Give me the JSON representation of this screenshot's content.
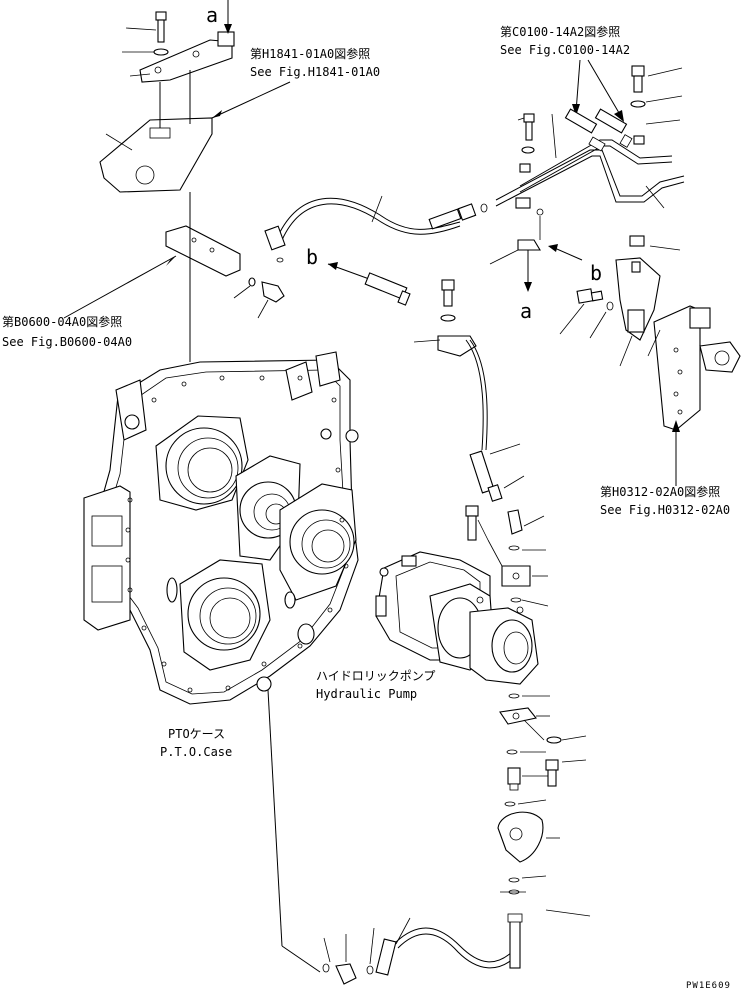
{
  "references": {
    "h1841": {
      "jp": "第H1841-01A0図参照",
      "en": "See Fig.H1841-01A0"
    },
    "c0100": {
      "jp": "第C0100-14A2図参照",
      "en": "See Fig.C0100-14A2"
    },
    "b0600": {
      "jp": "第B0600-04A0図参照",
      "en": "See Fig.B0600-04A0"
    },
    "h0312": {
      "jp": "第H0312-02A0図参照",
      "en": "See Fig.H0312-02A0"
    }
  },
  "markers": {
    "a_top": "a",
    "a_mid": "a",
    "b_left": "b",
    "b_right": "b"
  },
  "parts": {
    "hydraulic_pump": {
      "jp": "ハイドロリックポンプ",
      "en": "Hydraulic Pump"
    },
    "pto_case": {
      "jp": "PTOケース",
      "en": "P.T.O.Case"
    }
  },
  "drawing_code": "PW1E609"
}
